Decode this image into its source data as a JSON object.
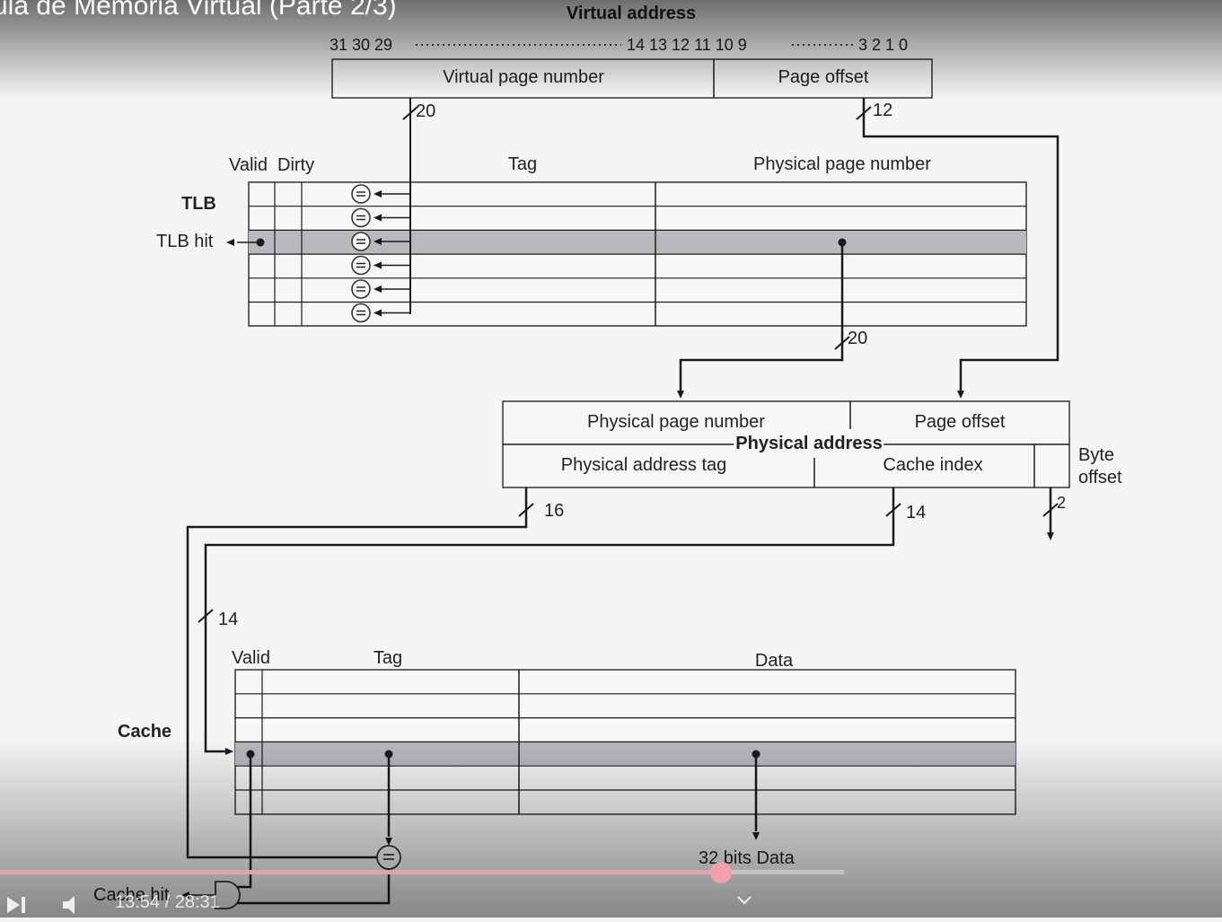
{
  "video": {
    "title": "ula de Memoria Virtual (Parte 2/3)",
    "time_current": "13:54",
    "time_total": "28:31",
    "progress_fraction": 0.59
  },
  "diagram": {
    "virtual_address_title": "Virtual address",
    "bit_labels_left": "31  30  29",
    "bit_labels_mid": "14  13  12  11  10  9",
    "bit_labels_right": "3  2  1  0",
    "vpn_label": "Virtual page number",
    "page_offset_label": "Page offset",
    "width_vpn": "20",
    "width_offset": "12",
    "tlb_label": "TLB",
    "tlb_hit_label": "TLB hit",
    "tlb_valid": "Valid",
    "tlb_dirty": "Dirty",
    "tlb_tag": "Tag",
    "tlb_ppn": "Physical page number",
    "comparator_symbol": "=",
    "width_ppn": "20",
    "pa_ppn_label": "Physical page number",
    "pa_offset_label": "Page offset",
    "pa_title": "Physical address",
    "pa_tag_label": "Physical address tag",
    "pa_index_label": "Cache index",
    "byte_offset_label": "Byte\noffset",
    "width_tag": "16",
    "width_index": "14",
    "width_byte": "2",
    "width_index_left": "14",
    "cache_label": "Cache",
    "cache_valid": "Valid",
    "cache_tag": "Tag",
    "cache_data": "Data",
    "cache_hit_label": "Cache hit",
    "data_out_label": "32 bits Data"
  },
  "colors": {
    "highlight_row": "#b9b9bd",
    "line": "#1a1a1a",
    "progress": "#e8a0a8"
  }
}
